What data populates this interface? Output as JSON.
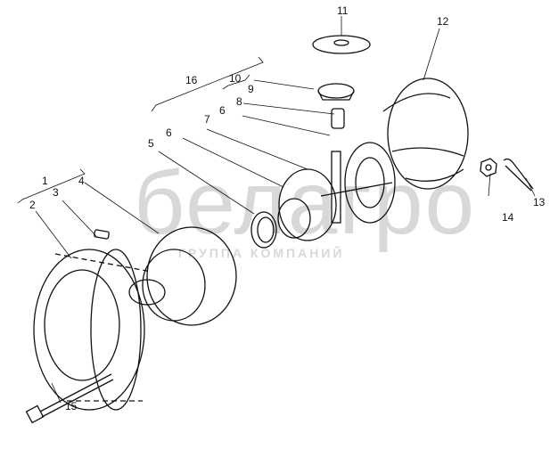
{
  "watermark": {
    "brand": "белагро",
    "subtitle": "ГРУППА КОМПАНИЙ"
  },
  "callouts": [
    "1",
    "2",
    "3",
    "4",
    "5",
    "6",
    "6",
    "7",
    "8",
    "9",
    "10",
    "11",
    "12",
    "13",
    "14",
    "15",
    "16"
  ]
}
